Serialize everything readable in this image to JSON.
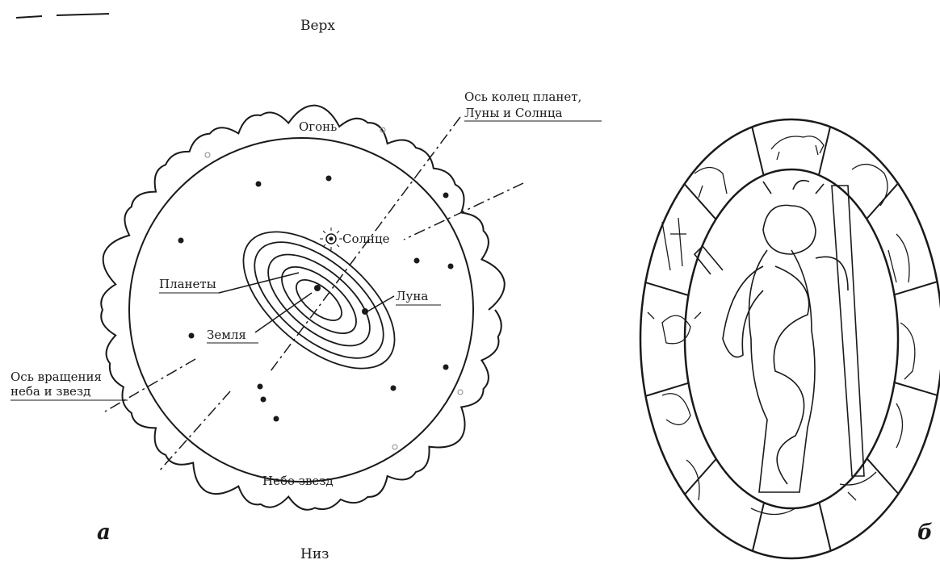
{
  "figure": {
    "top_label": "Верх",
    "bottom_label": "Низ",
    "panel_a": {
      "letter": "а",
      "fire_label": "Огонь",
      "axis_planets_line1": "Ось колец планет,",
      "axis_planets_line2": "Луны и Солнца",
      "sun_label": "Солнце",
      "planets_label": "Планеты",
      "moon_label": "Луна",
      "earth_label": "Земля",
      "axis_sky_line1": "Ось вращения",
      "axis_sky_line2": "неба и звезд",
      "stars_label": "Небо звезд"
    },
    "panel_b": {
      "letter": "б"
    }
  }
}
